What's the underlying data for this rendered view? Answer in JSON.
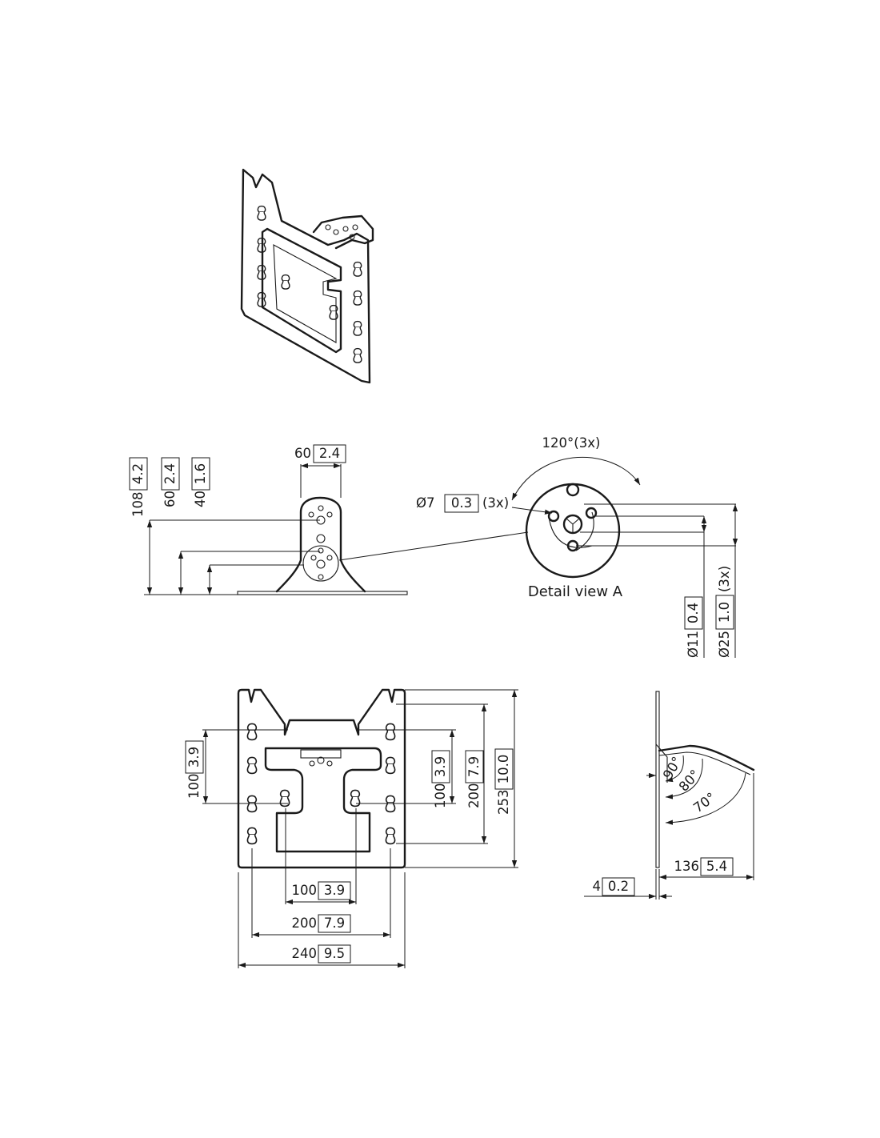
{
  "labels": {
    "detail_caption": "Detail view A",
    "angle_120": "120°(3x)",
    "hole_dia": "Ø7",
    "hole_dia_in": "0.3",
    "hole_count": "(3x)",
    "side_height_108": "108",
    "side_height_108_in": "4.2",
    "side_height_60": "60",
    "side_height_60_in": "2.4",
    "side_height_40": "40",
    "side_height_40_in": "1.6",
    "side_width_60": "60",
    "side_width_60_in": "2.4",
    "circle_dia_11": "Ø11",
    "circle_dia_11_in": "0.4",
    "circle_dia_25": "Ø25",
    "circle_dia_25_in": "1.0",
    "circle_count": "(3x)",
    "plate_v100": "100",
    "plate_v100_in": "3.9",
    "plate_v100b": "100",
    "plate_v100b_in": "3.9",
    "plate_v200": "200",
    "plate_v200_in": "7.9",
    "plate_v253": "253",
    "plate_v253_in": "10.0",
    "plate_h100": "100",
    "plate_h100_in": "3.9",
    "plate_h200": "200",
    "plate_h200_in": "7.9",
    "plate_h240": "240",
    "plate_h240_in": "9.5",
    "tilt_90": "90°",
    "tilt_80": "80°",
    "tilt_70": "70°",
    "depth_136": "136",
    "depth_136_in": "5.4",
    "thick_4": "4",
    "thick_4_in": "0.2"
  },
  "colors": {
    "line": "#1a1a1a",
    "background": "#ffffff"
  }
}
